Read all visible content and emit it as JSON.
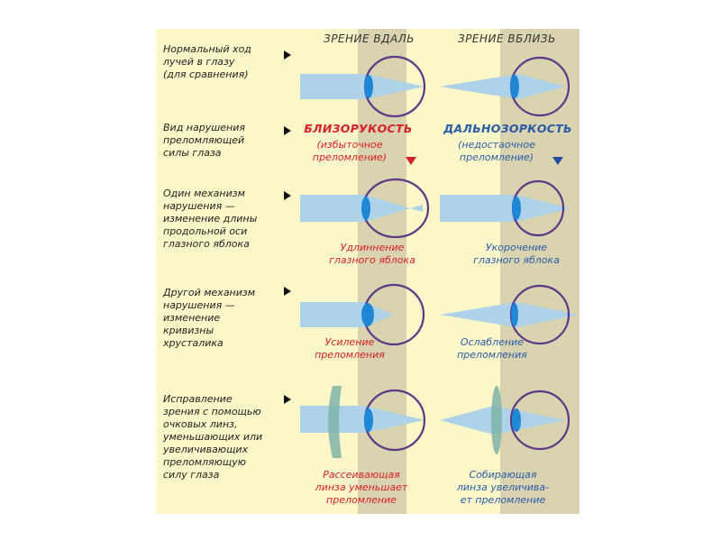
{
  "headers": {
    "far": "ЗРЕНИЕ ВДАЛЬ",
    "near": "ЗРЕНИЕ ВБЛИЗЬ"
  },
  "rows": [
    {
      "label": [
        "Нормальный ход",
        "лучей в глазу",
        "(для сравнения)"
      ]
    },
    {
      "label": [
        "Вид нарушения",
        "преломляющей",
        "силы глаза"
      ],
      "left": {
        "title": "БЛИЗОРУКОСТЬ",
        "lines": [
          "(избыточное",
          "преломление)"
        ]
      },
      "right": {
        "title": "ДАЛЬНОЗОРКОСТЬ",
        "lines": [
          "(недостаочное",
          "преломление)"
        ]
      }
    },
    {
      "label": [
        "Один механизм",
        "нарушения —",
        "изменение длины",
        "продольной оси",
        "глазного яблока"
      ],
      "left": {
        "lines": [
          "Удлиннение",
          "глазного яблока"
        ]
      },
      "right": {
        "lines": [
          "Укорочение",
          "глазного яблока"
        ]
      }
    },
    {
      "label": [
        "Другой механизм",
        "нарушения —",
        "изменение",
        "кривизны",
        "хрусталика"
      ],
      "left": {
        "lines": [
          "Усиление",
          "преломления"
        ]
      },
      "right": {
        "lines": [
          "Ослабление",
          "преломления"
        ]
      }
    },
    {
      "label": [
        "Исправление",
        "зрения с помощью",
        "очковых линз,",
        "уменьшающих или",
        "увеличивающих",
        "преломляющую",
        "силу глаза"
      ],
      "left": {
        "lines": [
          "Рассеивающая",
          "линза уменьшает",
          "преломление"
        ]
      },
      "right": {
        "lines": [
          "Собирающая",
          "линза увеличива-",
          "ет преломление"
        ]
      }
    }
  ],
  "colors": {
    "panel": "#fbf7c8",
    "band": "#d9d3b0",
    "eye_outline": "#5a3a86",
    "lens": "#1e88d6",
    "beam": "#aed3e8",
    "myopia": "#d6202a",
    "hyperopia": "#2a5ba8"
  }
}
